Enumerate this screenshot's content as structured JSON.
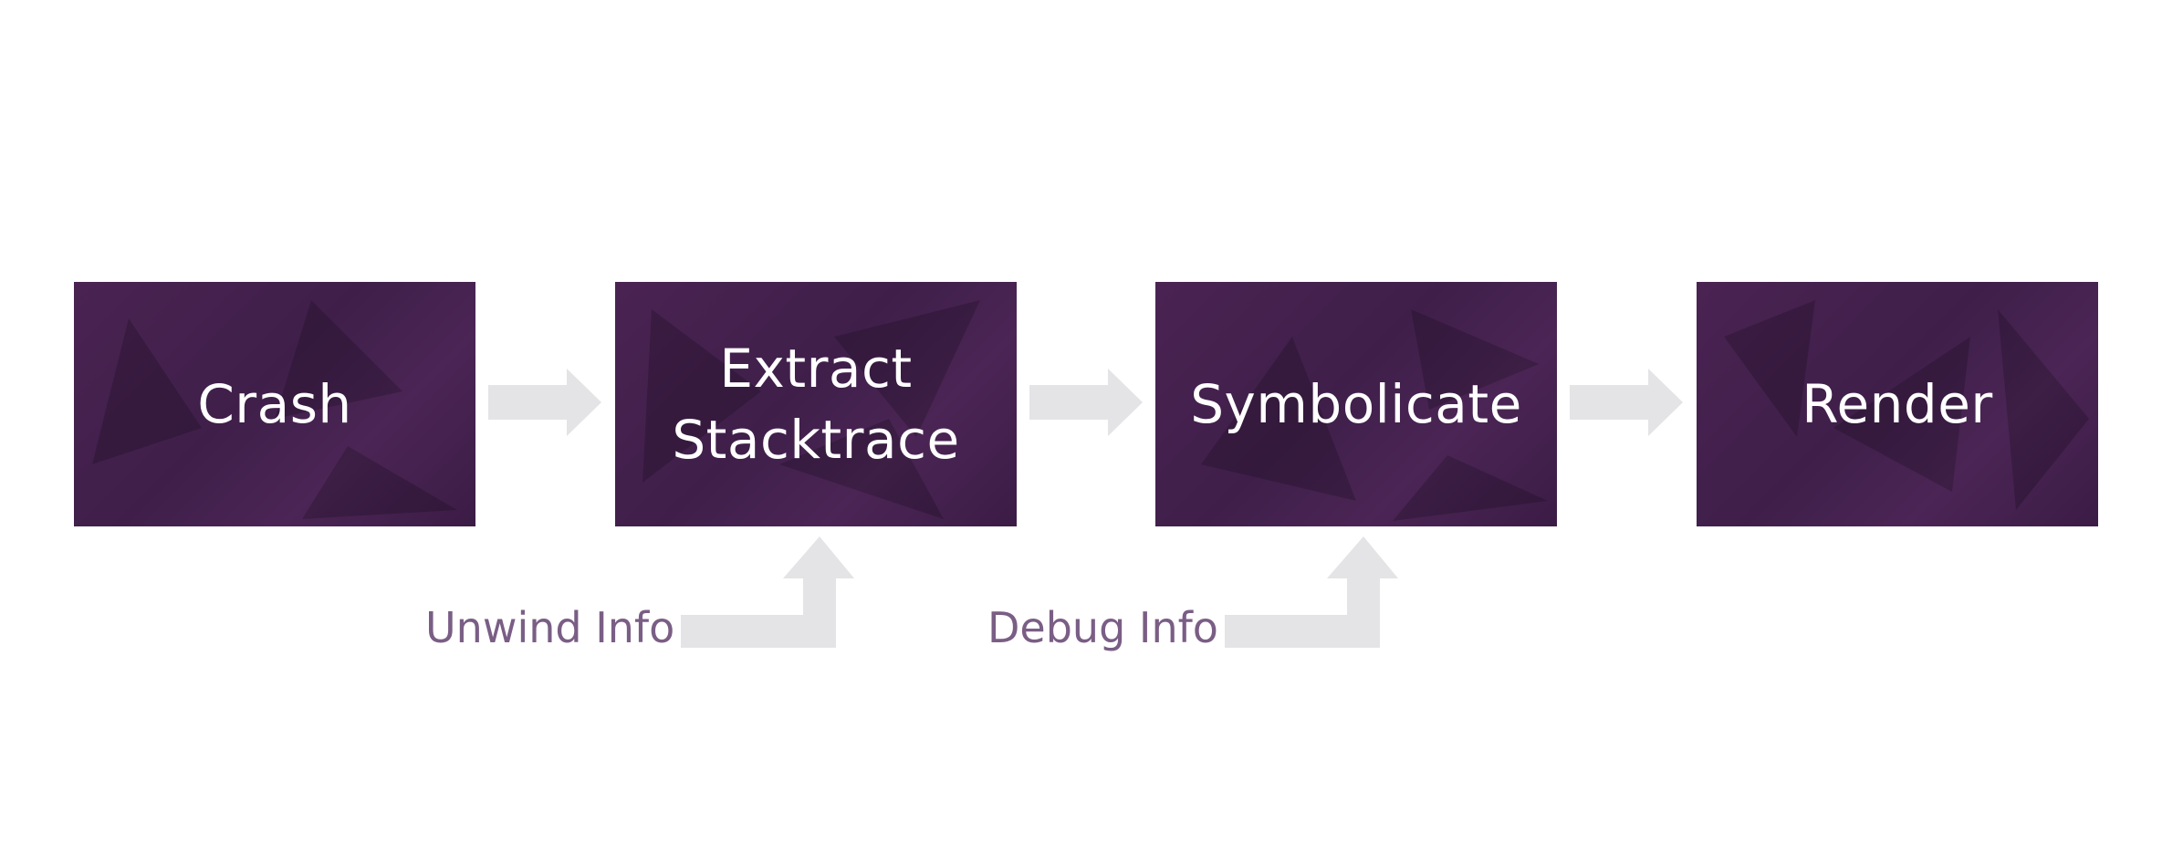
{
  "diagram": {
    "steps": [
      {
        "label": "Crash"
      },
      {
        "label": "Extract\nStacktrace"
      },
      {
        "label": "Symbolicate"
      },
      {
        "label": "Render"
      }
    ],
    "inputs": [
      {
        "label": "Unwind Info",
        "feeds": "Extract\nStacktrace"
      },
      {
        "label": "Debug Info",
        "feeds": "Symbolicate"
      }
    ]
  },
  "colors": {
    "box_fill": "#42204c",
    "box_text": "#ffffff",
    "arrow_fill": "#e4e3e6",
    "input_text": "#7a5e85",
    "background": "#ffffff"
  }
}
